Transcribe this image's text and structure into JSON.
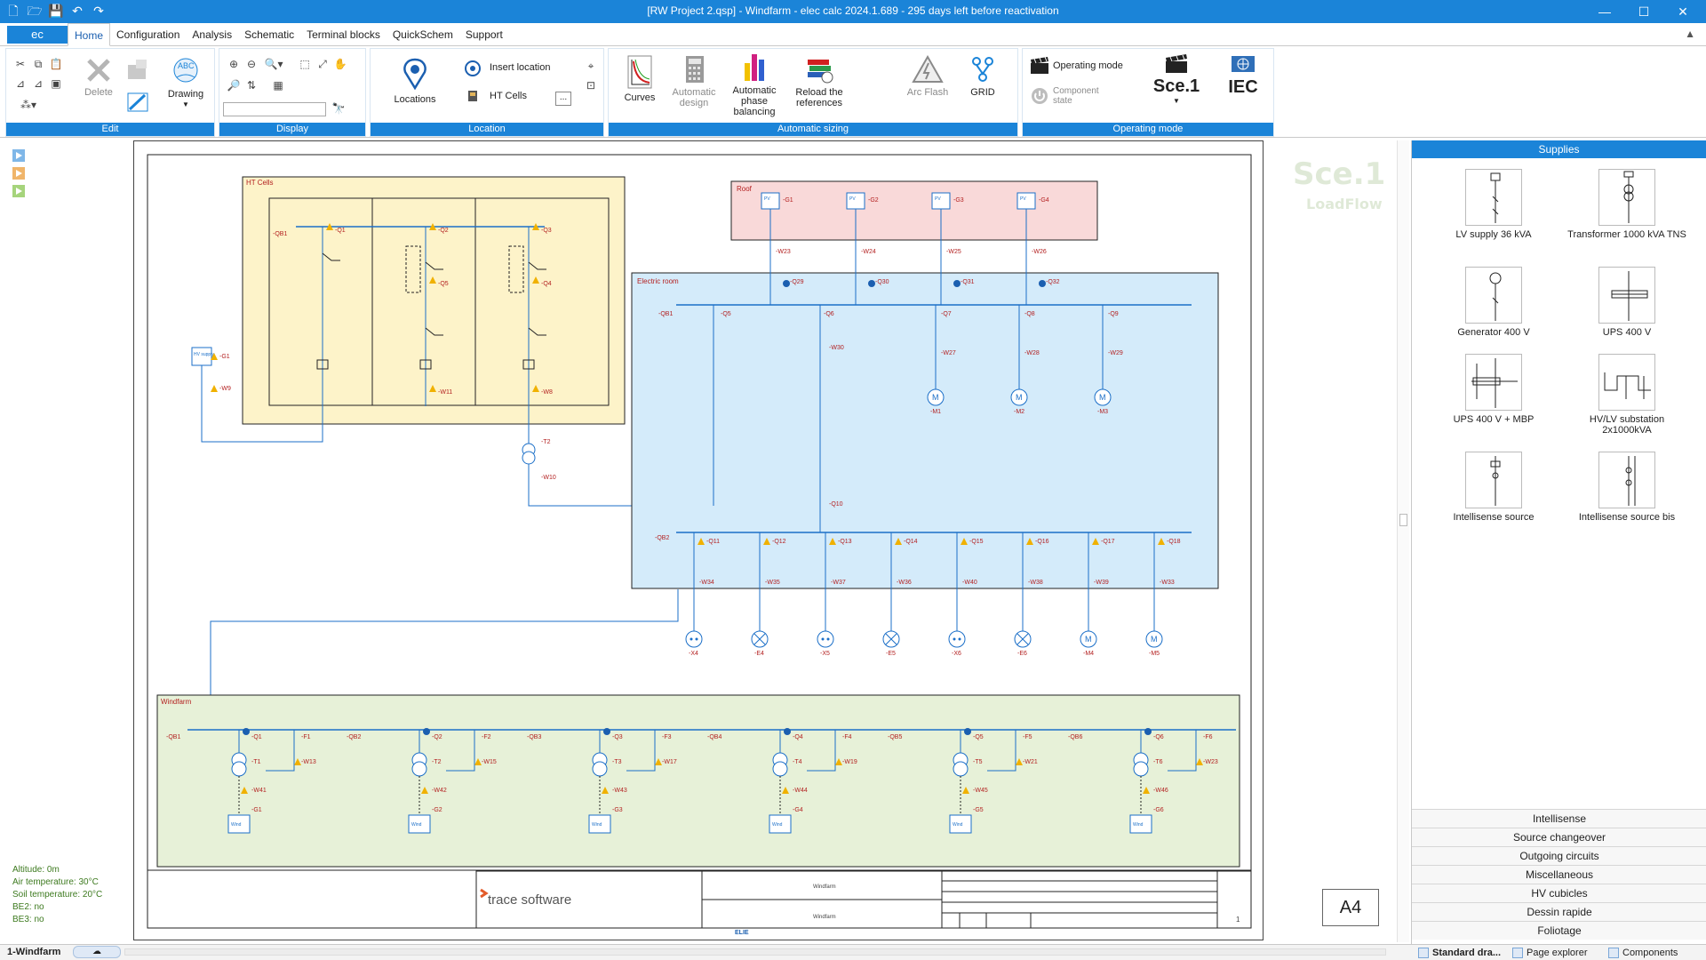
{
  "window": {
    "title": "[RW Project 2.qsp] - Windfarm - elec calc 2024.1.689 - 295 days left before reactivation",
    "buttons": {
      "minimize": "—",
      "maximize": "☐",
      "close": "✕"
    }
  },
  "quick_access": [
    "new",
    "open",
    "save",
    "undo",
    "redo"
  ],
  "menu": {
    "app_button": "ec",
    "tabs": [
      "Home",
      "Configuration",
      "Analysis",
      "Schematic",
      "Terminal blocks",
      "QuickSchem",
      "Support"
    ],
    "active_tab": "Home"
  },
  "ribbon": {
    "edit": {
      "label": "Edit",
      "delete": "Delete",
      "drawing": "Drawing"
    },
    "display": {
      "label": "Display",
      "search_value": ""
    },
    "location": {
      "label": "Location",
      "locations": "Locations",
      "insert_location": "Insert location",
      "ht_cells": "HT Cells",
      "more": "..."
    },
    "automatic_sizing": {
      "label": "Automatic sizing",
      "curves": "Curves",
      "automatic_design_1": "Automatic",
      "automatic_design_2": "design",
      "phase_1": "Automatic",
      "phase_2": "phase",
      "phase_3": "balancing",
      "reload_1": "Reload the",
      "reload_2": "references",
      "arc_flash": "Arc Flash",
      "grid": "GRID"
    },
    "operating_mode": {
      "label": "Operating mode",
      "operating_mode": "Operating mode",
      "component_1": "Component",
      "component_2": "state",
      "scenario": "Sce.1",
      "standard": "IEC"
    }
  },
  "environment": {
    "altitude": "Altitude: 0m",
    "air_temperature": "Air temperature: 30°C",
    "soil_temperature": "Soil temperature: 20°C",
    "be2": "BE2: no",
    "be3": "BE3: no"
  },
  "watermark": {
    "scenario": "Sce.1",
    "mode": "LoadFlow"
  },
  "diagram": {
    "ht_cells": {
      "title": "HT Cells",
      "bus": "-QB1",
      "q1": "-Q1",
      "q2": "-Q2",
      "q3": "-Q3",
      "q4": "-Q4",
      "q5": "-Q5",
      "w11": "-W11",
      "w8": "-W8",
      "w9": "-W9",
      "g1": "-G1",
      "supply": "HV supply",
      "t2": "-T2",
      "w10": "-W10"
    },
    "roof": {
      "title": "Roof",
      "pv": "PV",
      "g1": "-G1",
      "g2": "-G2",
      "g3": "-G3",
      "g4": "-G4",
      "w23": "-W23",
      "w24": "-W24",
      "w25": "-W25",
      "w26": "-W26"
    },
    "electric_room": {
      "title": "Electric room",
      "bus1": "-QB1",
      "bus2": "-QB2",
      "q29": "-Q29",
      "q30": "-Q30",
      "q31": "-Q31",
      "q32": "-Q32",
      "q5": "-Q5",
      "q6": "-Q6",
      "q7": "-Q7",
      "q8": "-Q8",
      "q9": "-Q9",
      "q10": "-Q10",
      "w30": "-W30",
      "w27": "-W27",
      "w28": "-W28",
      "w29": "-W29",
      "m1": "-M1",
      "m2": "-M2",
      "m3": "-M3",
      "q11": "-Q11",
      "q12": "-Q12",
      "q13": "-Q13",
      "q14": "-Q14",
      "q15": "-Q15",
      "q16": "-Q16",
      "q17": "-Q17",
      "q18": "-Q18",
      "w34": "-W34",
      "w35": "-W35",
      "w37": "-W37",
      "w36": "-W36",
      "w40": "-W40",
      "w38": "-W38",
      "w39": "-W39",
      "w33": "-W33",
      "x4": "-X4",
      "e4": "-E4",
      "x5": "-X5",
      "e5": "-E5",
      "x6": "-X6",
      "e6": "-E6",
      "m4": "-M4",
      "m5": "-M5"
    },
    "windfarm": {
      "title": "Windfarm",
      "bus_prefix": "-QB",
      "feeders": [
        {
          "q": "-Q1",
          "t": "-T1",
          "w1": "-W13",
          "w2": "-W41",
          "g": "-G1",
          "f": "-F1"
        },
        {
          "q": "-Q2",
          "t": "-T2",
          "w1": "-W15",
          "w2": "-W42",
          "g": "-G2",
          "f": "-F2"
        },
        {
          "q": "-Q3",
          "t": "-T3",
          "w1": "-W17",
          "w2": "-W43",
          "g": "-G3",
          "f": "-F3"
        },
        {
          "q": "-Q4",
          "t": "-T4",
          "w1": "-W19",
          "w2": "-W44",
          "g": "-G4",
          "f": "-F4"
        },
        {
          "q": "-Q5",
          "t": "-T5",
          "w1": "-W21",
          "w2": "-W45",
          "g": "-G5",
          "f": "-F5"
        },
        {
          "q": "-Q6",
          "t": "-T6",
          "w1": "-W23",
          "w2": "-W46",
          "g": "-G6",
          "f": "-F6"
        }
      ],
      "wind_label": "Wind"
    },
    "title_block": {
      "logo": "trace software",
      "name_1": "Windfarm",
      "name_2": "Windfarm",
      "page": "1",
      "qualif": "ELIE"
    }
  },
  "right_panel": {
    "header": "Supplies",
    "supplies": [
      {
        "label": "LV supply 36 kVA"
      },
      {
        "label": "Transformer 1000 kVA TNS"
      },
      {
        "label": "Generator 400 V"
      },
      {
        "label": "UPS 400 V"
      },
      {
        "label": "UPS 400 V + MBP"
      },
      {
        "label": "HV/LV substation 2x1000kVA"
      },
      {
        "label": "Intellisense source"
      },
      {
        "label": "Intellisense source bis"
      }
    ],
    "sections": [
      "Intellisense",
      "Source changeover",
      "Outgoing circuits",
      "Miscellaneous",
      "HV cubicles",
      "Dessin rapide",
      "Foliotage"
    ]
  },
  "page_size": "A4",
  "bottom": {
    "page_tab": "1-Windfarm",
    "tabs": [
      "Standard dra...",
      "Page explorer",
      "Components"
    ]
  },
  "colors": {
    "accent": "#1b84d8",
    "ht_fill": "#fdf3c9",
    "roof_fill": "#f9d9d9",
    "room_fill": "#d4ebfa",
    "windfarm_fill": "#e7f1d8",
    "wire": "#1b6fc8",
    "label_red": "#b32020"
  }
}
